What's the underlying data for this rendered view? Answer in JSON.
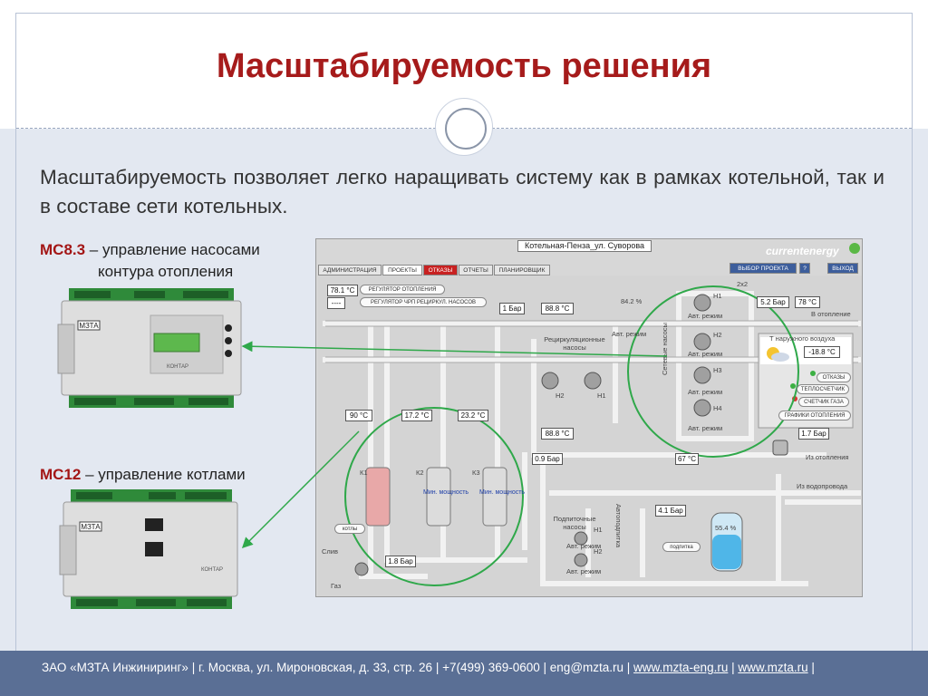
{
  "slide": {
    "title": "Масштабируемость решения",
    "lead": "Масштабируемость позволяет легко наращивать систему как в рамках котельной, так и в составе сети котельных."
  },
  "mc83": {
    "code": "МС8.3",
    "desc": " – управление насосами",
    "desc2": "контура отопления",
    "device_brand": "МЗТА",
    "device_model": "КОНТАР"
  },
  "mc12": {
    "code": "МС12",
    "desc": " – управление котлами",
    "device_brand": "МЗТА",
    "device_model": "КОНТАР"
  },
  "footer": {
    "company": "ЗАО «МЗТА Инжиниринг» | г. Москва, ул. Мироновская, д. 33, стр. 26 | +7(499) 369-0600 | eng@mzta.ru | ",
    "link1": "www.mzta-eng.ru",
    "sep": " | ",
    "link2": "www.mzta.ru",
    "end": " |"
  },
  "scada": {
    "title": "Котельная-Пенза_ул. Суворова",
    "logo": "currentenergy",
    "tabs": [
      "АДМИНИСТРАЦИЯ",
      "ПРОЕКТЫ",
      "ОТКАЗЫ",
      "ОТЧЕТЫ",
      "ПЛАНИРОВЩИК"
    ],
    "select_project": "ВЫБОР ПРОЕКТА",
    "help": "?",
    "exit": "ВЫХОД",
    "regulator1": "РЕГУЛЯТОР ОТОПЛЕНИЯ",
    "regulator2": "РЕГУЛЯТОР ЧРП РЕЦИРКУЛ. НАСОСОВ",
    "val_781": "78.1 °C",
    "val_dash": "----",
    "p_1bar": "1 Бар",
    "t_888a": "88.8 °C",
    "pct_842": "84.2 %",
    "avt_rezhim": "Авт. режим",
    "recirc_label": "Рециркуляционные насосы",
    "h1": "Н1",
    "h2": "Н2",
    "h3": "Н3",
    "h4": "Н4",
    "net_pumps": "Сетевые насосы",
    "x2x2": "2x2",
    "p_52": "5.2 Бар",
    "t_78": "78 °C",
    "to_heating": "В отопление",
    "outdoor": "Т наружного воздуха",
    "outdoor_val": "-18.8 °C",
    "btn_faults": "ОТКАЗЫ",
    "btn_heatmeter": "ТЕПЛОСЧЕТЧИК",
    "btn_gasmeter": "СЧЕТЧИК ГАЗА",
    "btn_graphs": "ГРАФИКИ ОТОПЛЕНИЯ",
    "t_90": "90 °C",
    "t_172": "17.2 °C",
    "t_232": "23.2 °C",
    "t_888b": "88.8 °C",
    "p_09": "0.9 Бар",
    "t_67": "67 °C",
    "p_17": "1.7 Бар",
    "from_heating": "Из отопления",
    "from_water": "Из водопровода",
    "k1": "К1",
    "k2": "К2",
    "k3": "К3",
    "min_power": "Мин. мощность",
    "boilers_btn": "котлы",
    "drain": "Слив",
    "gas": "Газ",
    "p_18": "1.8 Бар",
    "p_41": "4.1 Бар",
    "makeup_pumps": "Подпиточные насосы",
    "topup": "подпитка",
    "tank_val": "55.4 %",
    "auto_top": "Автоподпитка"
  }
}
